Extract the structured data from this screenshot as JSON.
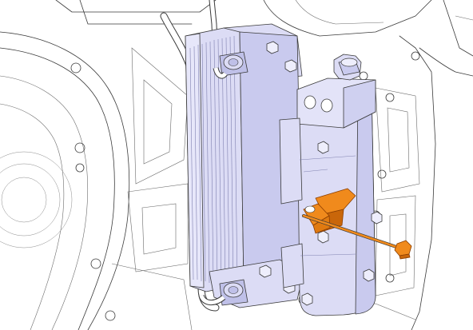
{
  "illustration": {
    "colors": {
      "background": "#ffffff",
      "line": "#3a3a3a",
      "highlight_blue": "#dcdcf5",
      "highlight_blue_dark": "#bfc0e8",
      "tool_orange": "#f08a1c",
      "tool_orange_dark": "#c9660a"
    },
    "parts": [
      "transmission-housing",
      "oil-cooler",
      "oil-filter-housing",
      "coolant-pipe",
      "cooler-hose-upper",
      "cooler-hose-lower",
      "retaining-clip-tool",
      "release-pin-tool"
    ]
  }
}
